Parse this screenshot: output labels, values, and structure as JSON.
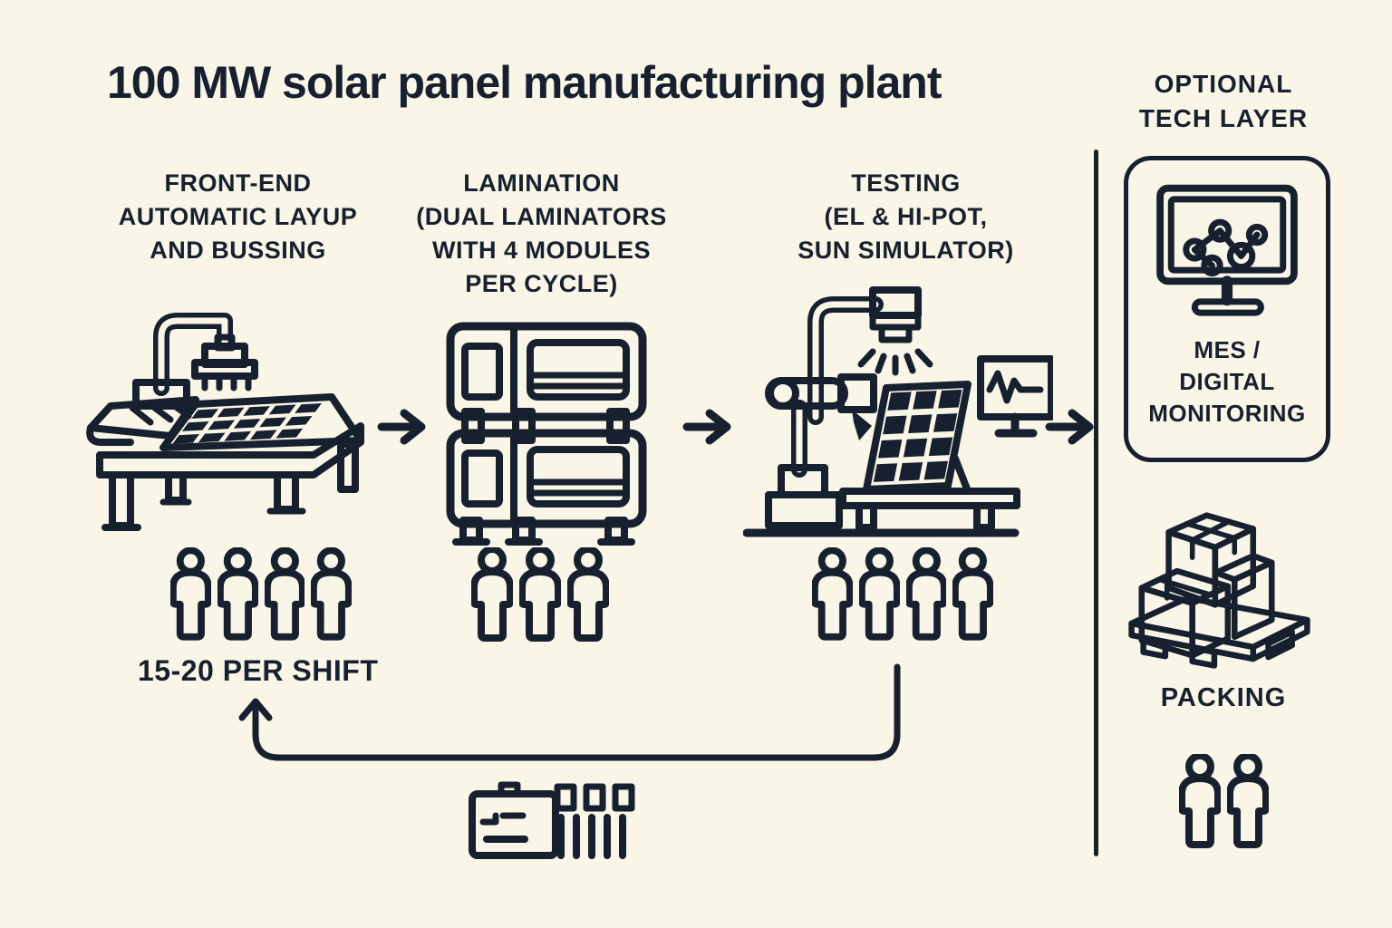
{
  "title": "100 MW solar panel manufacturing plant",
  "colors": {
    "background": "#faf6e7",
    "ink": "#16202e"
  },
  "stages": [
    {
      "id": "front-end",
      "label": "FRONT-END\nAUTOMATIC LAYUP\nAND BUSSING",
      "icon": "layup-machine-icon",
      "workers": 4
    },
    {
      "id": "lamination",
      "label": "LAMINATION\n(DUAL LAMINATORS\nWITH 4 MODULES\nPER CYCLE)",
      "icon": "dual-laminator-icon",
      "workers": 3
    },
    {
      "id": "testing",
      "label": "TESTING\n(EL & HI-POT,\nSUN SIMULATOR)",
      "icon": "test-station-icon",
      "workers": 4
    }
  ],
  "staffing_note": "15-20 PER SHIFT",
  "tech_layer": {
    "heading": "OPTIONAL\nTECH LAYER",
    "mes_label": "MES /\nDIGITAL\nMONITORING",
    "mes_icon": "monitor-chart-icon",
    "packing_label": "PACKING",
    "packing_icon": "boxes-pallet-icon",
    "packing_staff": 2
  }
}
